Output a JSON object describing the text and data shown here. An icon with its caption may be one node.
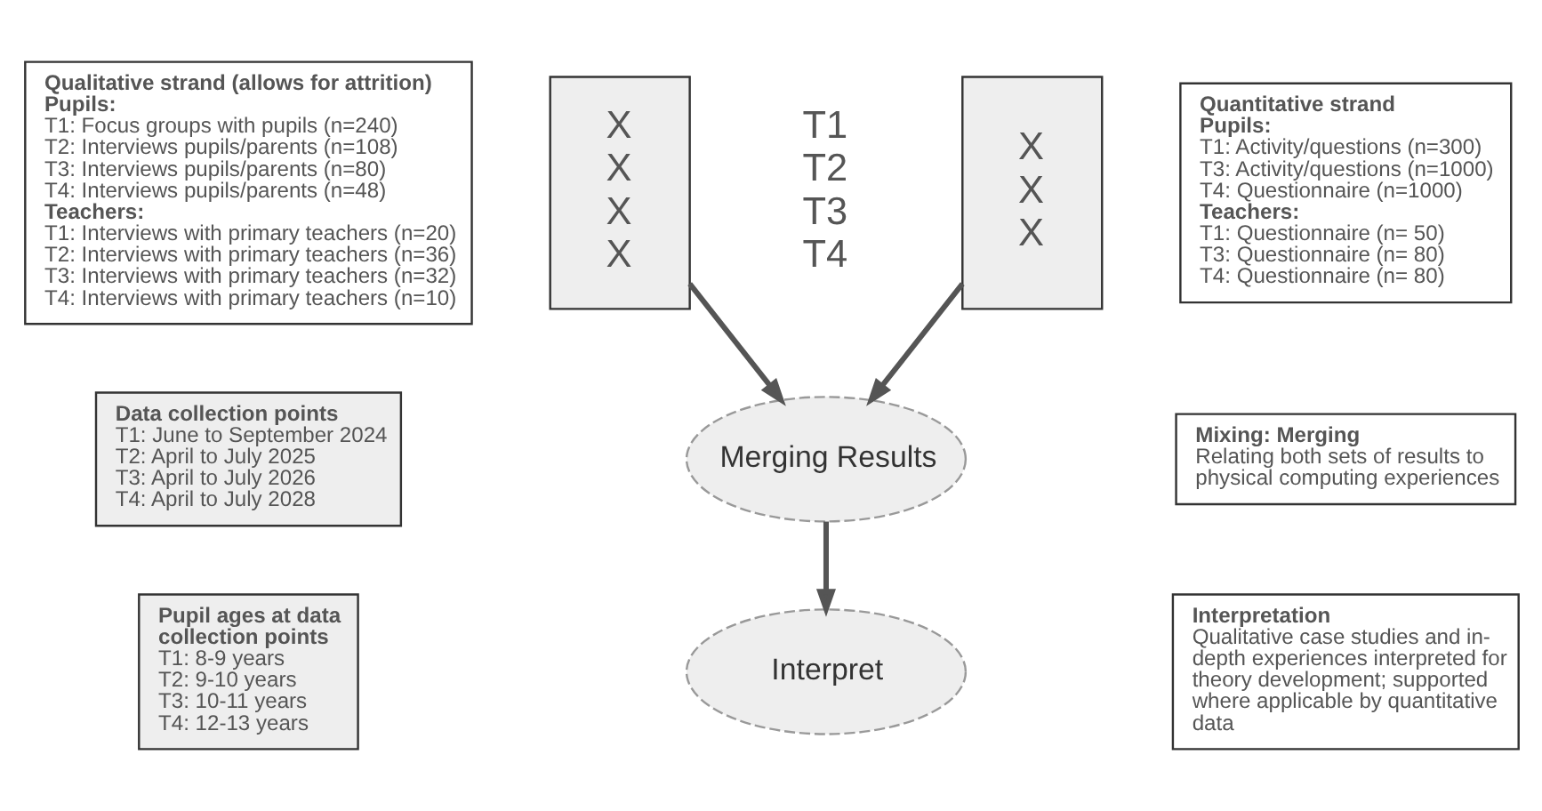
{
  "diagram": {
    "nodes": [
      {
        "text": [
          "Qualitative strand (allows for attrition)",
          "Pupils:",
          "T1: Focus groups with pupils (n=240)",
          "T2: Interviews pupils/parents (n=108)",
          "T3: Interviews pupils/parents (n=80)",
          "T4: Interviews pupils/parents (n=48)",
          "Teachers:",
          "T1: Interviews with primary teachers (n=20)",
          "T2: Interviews with primary teachers (n=36)",
          "T3: Interviews with primary teachers (n=32)",
          "T4: Interviews with primary teachers (n=10)"
        ]
      },
      {
        "text": [
          "X",
          "X",
          "X",
          "X"
        ]
      },
      {
        "text": [
          "X",
          "X",
          "X"
        ]
      },
      {
        "text": [
          "Quantitative strand",
          "Pupils:",
          "T1: Activity/questions (n=300)",
          "T3: Activity/questions (n=1000)",
          "T4: Questionnaire (n=1000)",
          "Teachers:",
          "T1: Questionnaire (n= 50)",
          "T3: Questionnaire (n= 80)",
          "T4: Questionnaire (n= 80)"
        ]
      },
      {
        "text": [
          "Merging Results"
        ]
      },
      {
        "text": [
          "Data collection points",
          "T1: June to September 2024",
          "T2: April to July 2025",
          "T3: April to July 2026",
          "T4: April to July 2028"
        ]
      },
      {
        "text": [
          "Mixing: Merging",
          "Relating both sets of results to physical computing experiences"
        ]
      },
      {
        "text": [
          "Pupil ages at data collection points",
          "T1: 8-9 years",
          "T2: 9-10 years",
          "T3: 10-11 years",
          "T4: 12-13 years"
        ]
      },
      {
        "text": [
          "Interpretation",
          "Qualitative case studies and in-depth experiences interpreted for theory development; supported where applicable by quantitative data"
        ]
      },
      {
        "text": [
          "Interpret"
        ]
      }
    ],
    "edges": [
      {
        "from": 1,
        "to": 4,
        "arrow": "to"
      },
      {
        "from": 2,
        "to": 4,
        "arrow": "to"
      },
      {
        "from": 4,
        "to": 9,
        "arrow": "to"
      }
    ],
    "labels": [
      "T1",
      "T2",
      "T3",
      "T4"
    ]
  }
}
